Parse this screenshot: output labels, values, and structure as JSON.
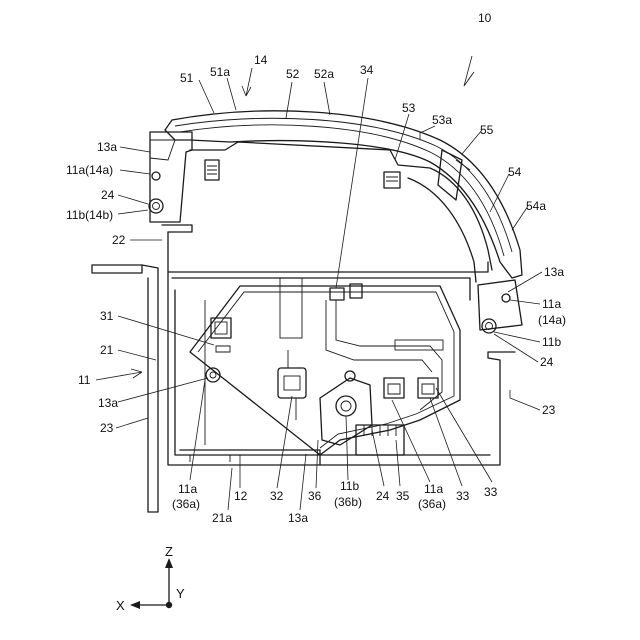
{
  "labels": {
    "l10": "10",
    "l14": "14",
    "l51": "51",
    "l51a": "51a",
    "l52": "52",
    "l52a": "52a",
    "l34": "34",
    "l53": "53",
    "l53a": "53a",
    "l55": "55",
    "l54": "54",
    "l54a": "54a",
    "l13a_tl": "13a",
    "l11a14a_l": "11a(14a)",
    "l24_l": "24",
    "l11b14b": "11b(14b)",
    "l22": "22",
    "l13a_r": "13a",
    "l11a_r": "11a",
    "l14a_r": "(14a)",
    "l11b_r": "11b",
    "l24_r": "24",
    "l31": "31",
    "l21": "21",
    "l11": "11",
    "l13a_ml": "13a",
    "l23_l": "23",
    "l23_r": "23",
    "l11a_bl": "11a",
    "l36a_bl": "(36a)",
    "l12": "12",
    "l21a": "21a",
    "l32": "32",
    "l13a_b": "13a",
    "l36": "36",
    "l11b_b": "11b",
    "l36b": "(36b)",
    "l24_b": "24",
    "l35": "35",
    "l11a_br": "11a",
    "l36a_br": "(36a)",
    "l33_a": "33",
    "l33_b": "33"
  },
  "axes": {
    "z": "Z",
    "x": "X",
    "y": "Y"
  }
}
